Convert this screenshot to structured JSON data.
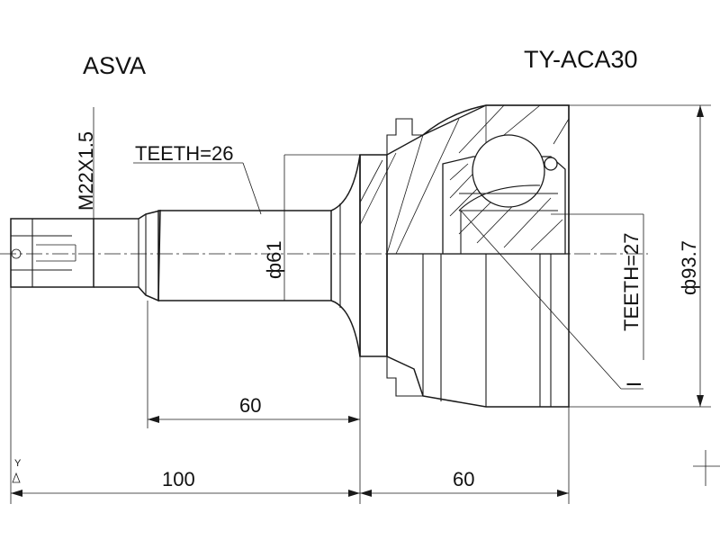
{
  "header": {
    "brand": "ASVA",
    "part_number": "TY-ACA30"
  },
  "labels": {
    "thread": "M22X1.5",
    "teeth_outer": "TEETH=26",
    "teeth_inner": "TEETH=27",
    "diameter_shaft": "ф61",
    "diameter_body": "ф93.7",
    "section_mark": "I"
  },
  "dimensions": {
    "stem_length": "60",
    "total_left": "100",
    "total_right": "60"
  },
  "axis_marker": "Y",
  "colors": {
    "line": "#1a1a1a",
    "background": "#ffffff"
  }
}
